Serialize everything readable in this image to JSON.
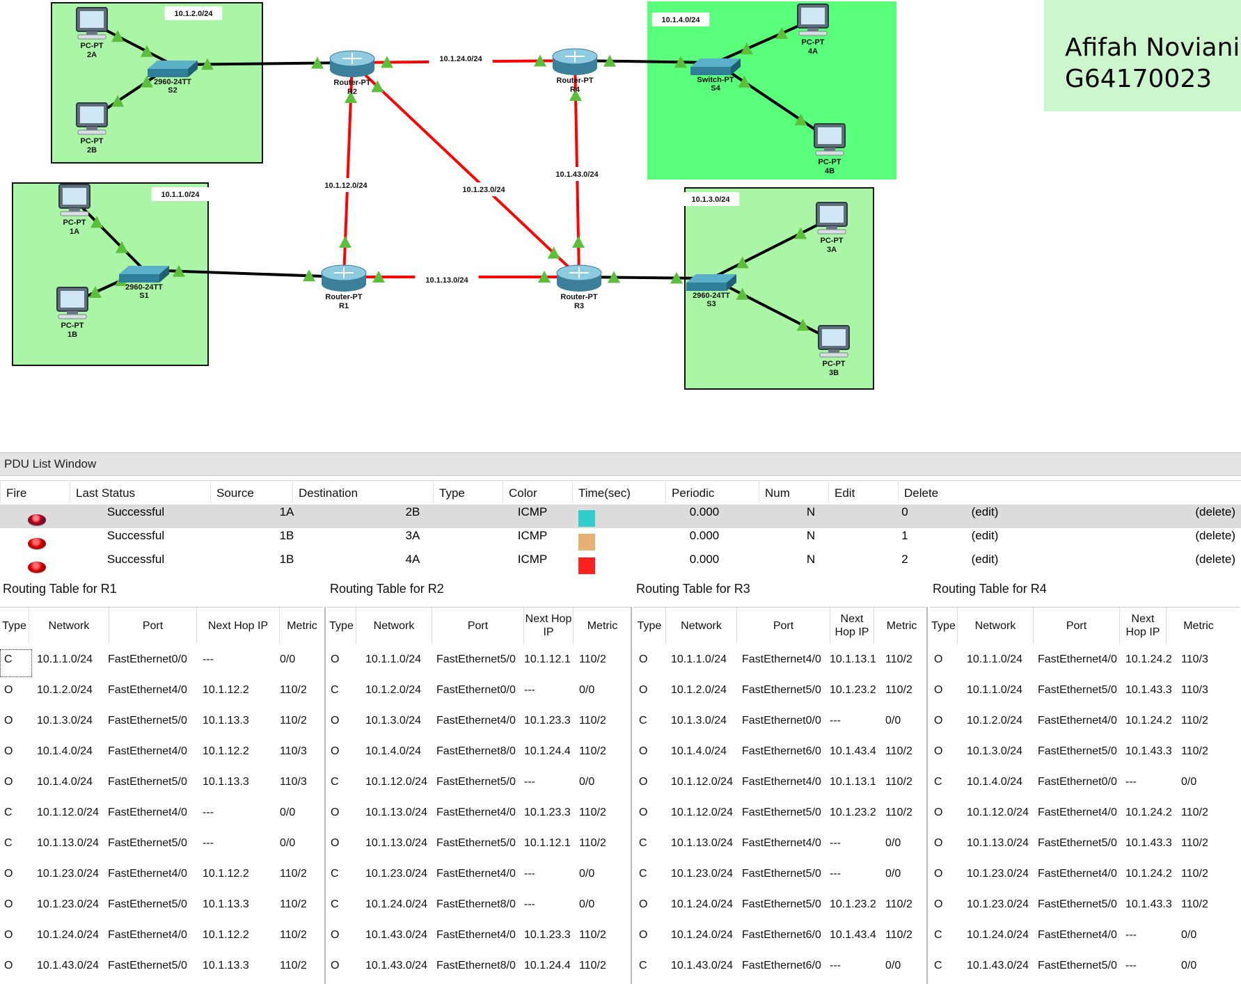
{
  "topology": {
    "zones": [
      {
        "label": "10.1.2.0/24"
      },
      {
        "label": "10.1.1.0/24"
      },
      {
        "label": "10.1.4.0/24"
      },
      {
        "label": "10.1.3.0/24"
      }
    ],
    "links": [
      {
        "label": "10.1.24.0/24"
      },
      {
        "label": "10.1.12.0/24"
      },
      {
        "label": "10.1.23.0/24"
      },
      {
        "label": "10.1.43.0/24"
      },
      {
        "label": "10.1.13.0/24"
      }
    ],
    "devices": [
      {
        "type": "pc",
        "model": "PC-PT",
        "name": "2A"
      },
      {
        "type": "pc",
        "model": "PC-PT",
        "name": "2B"
      },
      {
        "type": "switch",
        "model": "2960-24TT",
        "name": "S2"
      },
      {
        "type": "router",
        "model": "Router-PT",
        "name": "R2"
      },
      {
        "type": "router",
        "model": "Router-PT",
        "name": "R4"
      },
      {
        "type": "switch",
        "model": "Switch-PT",
        "name": "S4"
      },
      {
        "type": "pc",
        "model": "PC-PT",
        "name": "4A"
      },
      {
        "type": "pc",
        "model": "PC-PT",
        "name": "4B"
      },
      {
        "type": "pc",
        "model": "PC-PT",
        "name": "1A"
      },
      {
        "type": "pc",
        "model": "PC-PT",
        "name": "1B"
      },
      {
        "type": "switch",
        "model": "2960-24TT",
        "name": "S1"
      },
      {
        "type": "router",
        "model": "Router-PT",
        "name": "R1"
      },
      {
        "type": "router",
        "model": "Router-PT",
        "name": "R3"
      },
      {
        "type": "switch",
        "model": "2960-24TT",
        "name": "S3"
      },
      {
        "type": "pc",
        "model": "PC-PT",
        "name": "3A"
      },
      {
        "type": "pc",
        "model": "PC-PT",
        "name": "3B"
      }
    ],
    "colors": {
      "zone_fill": "#aaf6a6",
      "zone_fill_bright": "#5aff7c",
      "wan_link": "#ff0000",
      "lan_link": "#000000",
      "port_up": "#5cbf3c"
    }
  },
  "name_card": {
    "line1": "Afifah Noviani",
    "line2": "G64170023"
  },
  "pdu_window": {
    "title": "PDU List Window",
    "columns": [
      "Fire",
      "Last Status",
      "Source",
      "Destination",
      "Type",
      "Color",
      "Time(sec)",
      "Periodic",
      "Num",
      "Edit",
      "Delete"
    ],
    "rows": [
      {
        "status": "Successful",
        "source": "1A",
        "destination": "2B",
        "type": "ICMP",
        "color": "#33cccc",
        "time": "0.000",
        "periodic": "N",
        "num": "0",
        "edit": "(edit)",
        "delete": "(delete)",
        "selected": true
      },
      {
        "status": "Successful",
        "source": "1B",
        "destination": "3A",
        "type": "ICMP",
        "color": "#e6b072",
        "time": "0.000",
        "periodic": "N",
        "num": "1",
        "edit": "(edit)",
        "delete": "(delete)",
        "selected": false
      },
      {
        "status": "Successful",
        "source": "1B",
        "destination": "4A",
        "type": "ICMP",
        "color": "#ff2020",
        "time": "0.000",
        "periodic": "N",
        "num": "2",
        "edit": "(edit)",
        "delete": "(delete)",
        "selected": false
      }
    ]
  },
  "routing_tables": [
    {
      "title": "Routing Table for R1",
      "headers": [
        "Type",
        "Network",
        "Port",
        "Next Hop IP",
        "Metric"
      ],
      "rows": [
        [
          "C",
          "10.1.1.0/24",
          "FastEthernet0/0",
          "---",
          "0/0"
        ],
        [
          "O",
          "10.1.2.0/24",
          "FastEthernet4/0",
          "10.1.12.2",
          "110/2"
        ],
        [
          "O",
          "10.1.3.0/24",
          "FastEthernet5/0",
          "10.1.13.3",
          "110/2"
        ],
        [
          "O",
          "10.1.4.0/24",
          "FastEthernet4/0",
          "10.1.12.2",
          "110/3"
        ],
        [
          "O",
          "10.1.4.0/24",
          "FastEthernet5/0",
          "10.1.13.3",
          "110/3"
        ],
        [
          "C",
          "10.1.12.0/24",
          "FastEthernet4/0",
          "---",
          "0/0"
        ],
        [
          "C",
          "10.1.13.0/24",
          "FastEthernet5/0",
          "---",
          "0/0"
        ],
        [
          "O",
          "10.1.23.0/24",
          "FastEthernet4/0",
          "10.1.12.2",
          "110/2"
        ],
        [
          "O",
          "10.1.23.0/24",
          "FastEthernet5/0",
          "10.1.13.3",
          "110/2"
        ],
        [
          "O",
          "10.1.24.0/24",
          "FastEthernet4/0",
          "10.1.12.2",
          "110/2"
        ],
        [
          "O",
          "10.1.43.0/24",
          "FastEthernet5/0",
          "10.1.13.3",
          "110/2"
        ]
      ]
    },
    {
      "title": "Routing Table for R2",
      "headers": [
        "Type",
        "Network",
        "Port",
        "Next Hop IP",
        "Metric"
      ],
      "rows": [
        [
          "O",
          "10.1.1.0/24",
          "FastEthernet5/0",
          "10.1.12.1",
          "110/2"
        ],
        [
          "C",
          "10.1.2.0/24",
          "FastEthernet0/0",
          "---",
          "0/0"
        ],
        [
          "O",
          "10.1.3.0/24",
          "FastEthernet4/0",
          "10.1.23.3",
          "110/2"
        ],
        [
          "O",
          "10.1.4.0/24",
          "FastEthernet8/0",
          "10.1.24.4",
          "110/2"
        ],
        [
          "C",
          "10.1.12.0/24",
          "FastEthernet5/0",
          "---",
          "0/0"
        ],
        [
          "O",
          "10.1.13.0/24",
          "FastEthernet4/0",
          "10.1.23.3",
          "110/2"
        ],
        [
          "O",
          "10.1.13.0/24",
          "FastEthernet5/0",
          "10.1.12.1",
          "110/2"
        ],
        [
          "C",
          "10.1.23.0/24",
          "FastEthernet4/0",
          "---",
          "0/0"
        ],
        [
          "C",
          "10.1.24.0/24",
          "FastEthernet8/0",
          "---",
          "0/0"
        ],
        [
          "O",
          "10.1.43.0/24",
          "FastEthernet4/0",
          "10.1.23.3",
          "110/2"
        ],
        [
          "O",
          "10.1.43.0/24",
          "FastEthernet8/0",
          "10.1.24.4",
          "110/2"
        ]
      ]
    },
    {
      "title": "Routing Table for R3",
      "headers": [
        "Type",
        "Network",
        "Port",
        "Next Hop IP",
        "Metric"
      ],
      "rows": [
        [
          "O",
          "10.1.1.0/24",
          "FastEthernet4/0",
          "10.1.13.1",
          "110/2"
        ],
        [
          "O",
          "10.1.2.0/24",
          "FastEthernet5/0",
          "10.1.23.2",
          "110/2"
        ],
        [
          "C",
          "10.1.3.0/24",
          "FastEthernet0/0",
          "---",
          "0/0"
        ],
        [
          "O",
          "10.1.4.0/24",
          "FastEthernet6/0",
          "10.1.43.4",
          "110/2"
        ],
        [
          "O",
          "10.1.12.0/24",
          "FastEthernet4/0",
          "10.1.13.1",
          "110/2"
        ],
        [
          "O",
          "10.1.12.0/24",
          "FastEthernet5/0",
          "10.1.23.2",
          "110/2"
        ],
        [
          "C",
          "10.1.13.0/24",
          "FastEthernet4/0",
          "---",
          "0/0"
        ],
        [
          "C",
          "10.1.23.0/24",
          "FastEthernet5/0",
          "---",
          "0/0"
        ],
        [
          "O",
          "10.1.24.0/24",
          "FastEthernet5/0",
          "10.1.23.2",
          "110/2"
        ],
        [
          "O",
          "10.1.24.0/24",
          "FastEthernet6/0",
          "10.1.43.4",
          "110/2"
        ],
        [
          "C",
          "10.1.43.0/24",
          "FastEthernet6/0",
          "---",
          "0/0"
        ]
      ]
    },
    {
      "title": "Routing Table for R4",
      "headers": [
        "Type",
        "Network",
        "Port",
        "Next Hop IP",
        "Metric"
      ],
      "rows": [
        [
          "O",
          "10.1.1.0/24",
          "FastEthernet4/0",
          "10.1.24.2",
          "110/3"
        ],
        [
          "O",
          "10.1.1.0/24",
          "FastEthernet5/0",
          "10.1.43.3",
          "110/3"
        ],
        [
          "O",
          "10.1.2.0/24",
          "FastEthernet4/0",
          "10.1.24.2",
          "110/2"
        ],
        [
          "O",
          "10.1.3.0/24",
          "FastEthernet5/0",
          "10.1.43.3",
          "110/2"
        ],
        [
          "C",
          "10.1.4.0/24",
          "FastEthernet0/0",
          "---",
          "0/0"
        ],
        [
          "O",
          "10.1.12.0/24",
          "FastEthernet4/0",
          "10.1.24.2",
          "110/2"
        ],
        [
          "O",
          "10.1.13.0/24",
          "FastEthernet5/0",
          "10.1.43.3",
          "110/2"
        ],
        [
          "O",
          "10.1.23.0/24",
          "FastEthernet4/0",
          "10.1.24.2",
          "110/2"
        ],
        [
          "O",
          "10.1.23.0/24",
          "FastEthernet5/0",
          "10.1.43.3",
          "110/2"
        ],
        [
          "C",
          "10.1.24.0/24",
          "FastEthernet4/0",
          "---",
          "0/0"
        ],
        [
          "C",
          "10.1.43.0/24",
          "FastEthernet5/0",
          "---",
          "0/0"
        ]
      ]
    }
  ]
}
